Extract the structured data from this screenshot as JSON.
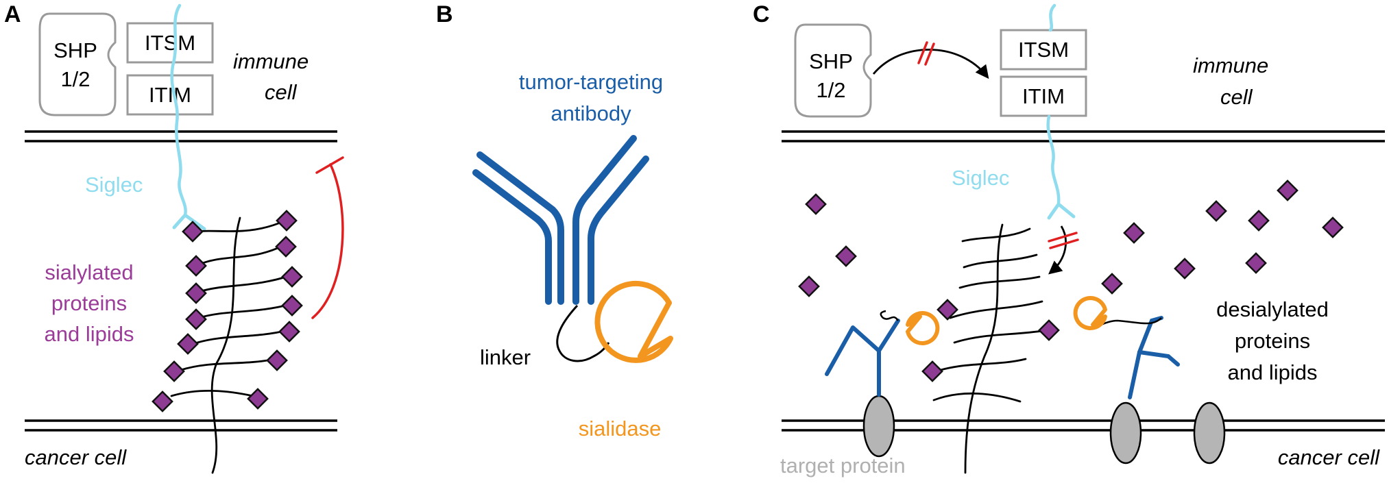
{
  "panels": {
    "a": {
      "letter": "A",
      "shp": [
        "SHP",
        "1/2"
      ],
      "itsm": "ITSM",
      "itim": "ITIM",
      "immune_cell": [
        "immune",
        "cell"
      ],
      "siglec": "Siglec",
      "sialylated": [
        "sialylated",
        "proteins",
        "and lipids"
      ],
      "cancer_cell": "cancer cell"
    },
    "b": {
      "letter": "B",
      "antibody": [
        "tumor-targeting",
        "antibody"
      ],
      "linker": "linker",
      "sialidase": "sialidase"
    },
    "c": {
      "letter": "C",
      "shp": [
        "SHP",
        "1/2"
      ],
      "itsm": "ITSM",
      "itim": "ITIM",
      "immune_cell": [
        "immune",
        "cell"
      ],
      "siglec": "Siglec",
      "desialylated": [
        "desialylated",
        "proteins",
        "and lipids"
      ],
      "target_protein": "target protein",
      "cancer_cell": "cancer cell"
    }
  },
  "colors": {
    "siglec": "#8fdcef",
    "sialic_acid": "#8e3b93",
    "antibody": "#1a5ea8",
    "sialidase": "#f3961f",
    "inhibit": "#e02020",
    "box_gray": "#9a9a9a",
    "target_fill": "#b5b5b5",
    "label_purple": "#9a3c98",
    "label_blue": "#1a5ea8",
    "label_orange": "#f3961f",
    "label_gray": "#b0b0b0"
  }
}
